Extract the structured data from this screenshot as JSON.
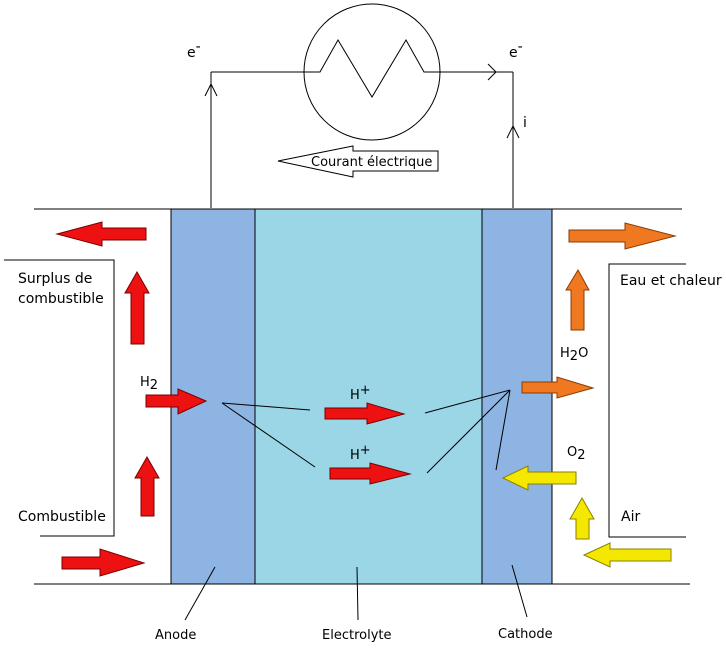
{
  "labels": {
    "electron_left": "e",
    "electron_right": "e",
    "electron_charge": "-",
    "current_i": "i",
    "courant": "Courant électrique",
    "surplus_line1": "Surplus de",
    "surplus_line2": "combustible",
    "combustible": "Combustible",
    "eau_chaleur": "Eau et chaleur",
    "air": "Air",
    "h2_main": "H",
    "h2_sub": "2",
    "h2o_main": "H",
    "h2o_sub": "2",
    "h2o_tail": "O",
    "o2_main": "O",
    "o2_sub": "2",
    "hplus_1": "H",
    "hplus_2": "H",
    "plus": "+",
    "anode": "Anode",
    "electrolyte": "Electrolyte",
    "cathode": "Cathode"
  },
  "colors": {
    "anode_fill": "#8db4e2",
    "electrolyte_fill": "#9ad6e6",
    "cathode_fill": "#8db4e2",
    "red_arrow": "#ee1111",
    "orange_arrow": "#f07820",
    "yellow_arrow": "#f5e800",
    "line": "#000000"
  },
  "icons": {
    "resistor": "resistor-zigzag-icon",
    "arrow": "flow-arrow-icon"
  }
}
